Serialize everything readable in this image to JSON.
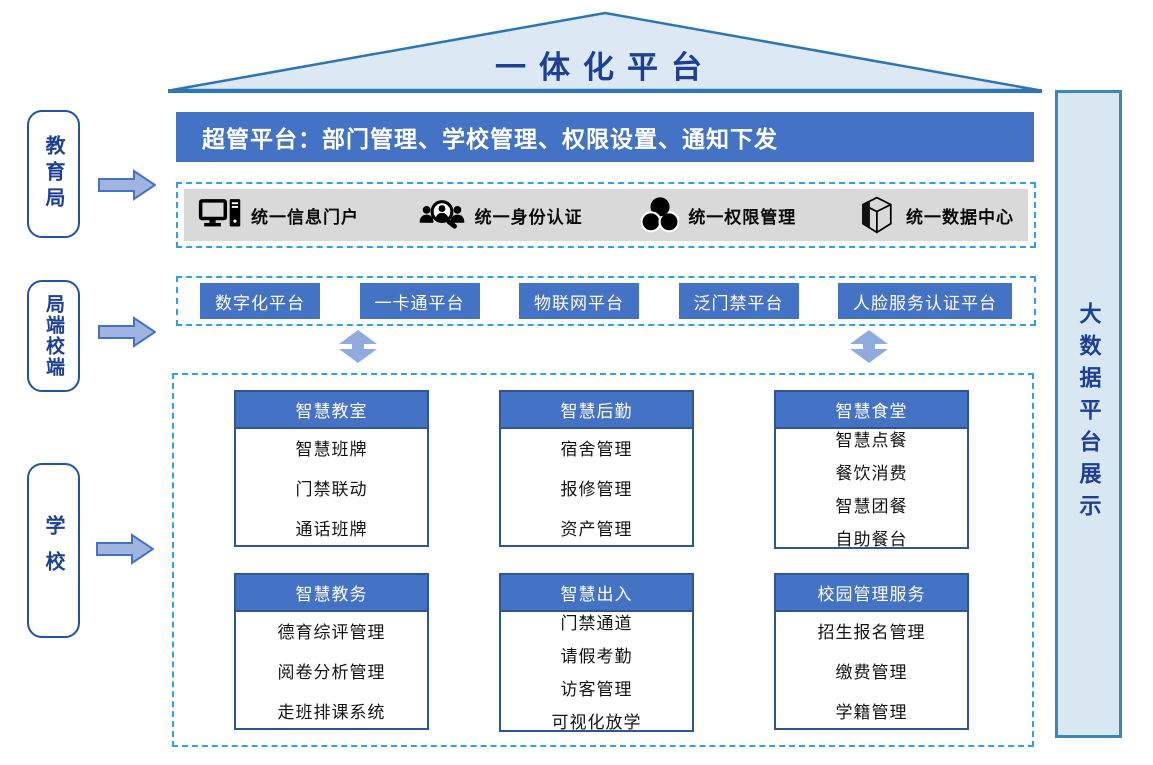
{
  "roof": {
    "title": "一体化平台"
  },
  "left_rail": {
    "items": [
      {
        "label": "教育局"
      },
      {
        "label": "局端校端"
      },
      {
        "label": "学校"
      }
    ]
  },
  "right_bar": {
    "label": "大数据平台展示"
  },
  "super_admin_banner": {
    "text": "超管平台：部门管理、学校管理、权限设置、通知下发"
  },
  "unified_services": {
    "items": [
      {
        "icon": "desktop-computer-icon",
        "label": "统一信息门户"
      },
      {
        "icon": "identity-search-icon",
        "label": "统一身份认证"
      },
      {
        "icon": "venn-circles-icon",
        "label": "统一权限管理"
      },
      {
        "icon": "cube-icon",
        "label": "统一数据中心"
      }
    ]
  },
  "platforms": {
    "items": [
      {
        "label": "数字化平台"
      },
      {
        "label": "一卡通平台"
      },
      {
        "label": "物联网平台"
      },
      {
        "label": "泛门禁平台"
      },
      {
        "label": "人脸服务认证平台"
      }
    ]
  },
  "modules": {
    "cards": [
      {
        "title": "智慧教室",
        "items": [
          "智慧班牌",
          "门禁联动",
          "通话班牌"
        ]
      },
      {
        "title": "智慧后勤",
        "items": [
          "宿舍管理",
          "报修管理",
          "资产管理"
        ]
      },
      {
        "title": "智慧食堂",
        "items": [
          "智慧点餐",
          "餐饮消费",
          "智慧团餐",
          "自助餐台"
        ]
      },
      {
        "title": "智慧教务",
        "items": [
          "德育综评管理",
          "阅卷分析管理",
          "走班排课系统"
        ]
      },
      {
        "title": "智慧出入",
        "items": [
          "门禁通道",
          "请假考勤",
          "访客管理",
          "可视化放学"
        ]
      },
      {
        "title": "校园管理服务",
        "items": [
          "招生报名管理",
          "缴费管理",
          "学籍管理"
        ]
      }
    ]
  },
  "colors": {
    "primary_blue": "#4472c4",
    "dark_blue_text": "#1d3f94",
    "roof_fill": "#dce9f5",
    "roof_border": "#2e75b6",
    "dashed_border": "#2fa3dc",
    "gray_bar": "#d9d9d9",
    "updown_arrow_fill": "#8faadc",
    "right_bar_fill": "#d9e7f3",
    "right_bar_border": "#3c86b9",
    "card_border": "#2f5597"
  }
}
